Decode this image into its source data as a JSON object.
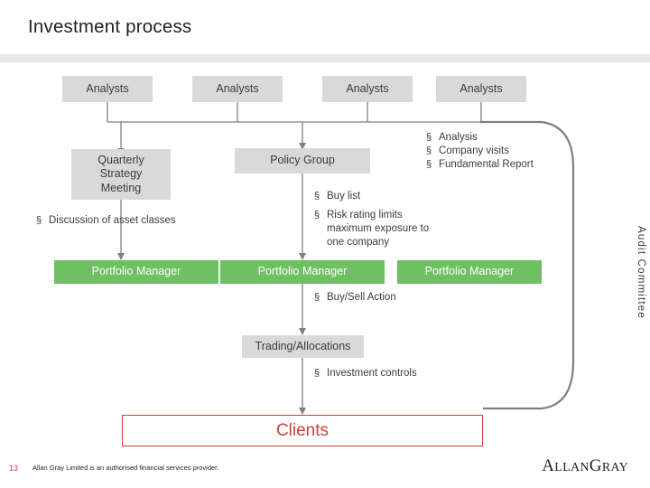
{
  "slide": {
    "title": "Investment process",
    "page_number": "13",
    "footer": "Allan Gray Limited is an authorised financial services provider.",
    "logo": {
      "part1": "A",
      "part2": "LLAN",
      "part3": "G",
      "part4": "RAY"
    },
    "audit_label": "Audit Committee",
    "colors": {
      "grey_box": "#d9d9d9",
      "green_box": "#6fbf63",
      "accent_red": "#c9423b",
      "rule": "#e6e7e8",
      "connector": "#808080"
    }
  },
  "analysts": [
    {
      "label": "Analysts"
    },
    {
      "label": "Analysts"
    },
    {
      "label": "Analysts"
    },
    {
      "label": "Analysts"
    }
  ],
  "boxes": {
    "quarterly": "Quarterly\nStrategy\nMeeting",
    "policy_group": "Policy Group",
    "portfolio_manager_1": "Portfolio Manager",
    "portfolio_manager_2": "Portfolio Manager",
    "portfolio_manager_3": "Portfolio Manager",
    "trading": "Trading/Allocations",
    "clients": "Clients"
  },
  "bullets": {
    "analyst_outputs": [
      "Analysis",
      "Company visits",
      "Fundamental Report"
    ],
    "discussion": [
      "Discussion of asset classes"
    ],
    "policy_outputs": [
      "Buy list",
      "Risk rating limits\nmaximum exposure to\none company"
    ],
    "buy_sell": [
      "Buy/Sell Action"
    ],
    "controls": [
      "Investment controls"
    ],
    "marker": "§"
  }
}
